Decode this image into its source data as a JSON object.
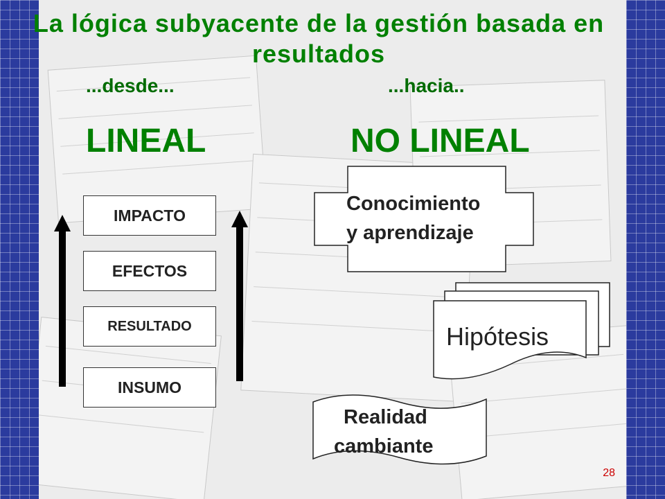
{
  "slide": {
    "title": "La lógica subyacente de la gestión basada en resultados",
    "from_label": "...desde...",
    "to_label": "...hacia..",
    "linear_label": "LINEAL",
    "nonlinear_label": "NO LINEAL",
    "page_number": "28"
  },
  "linear_chain": [
    "IMPACTO",
    "EFECTOS",
    "RESULTADO",
    "INSUMO"
  ],
  "nonlinear": {
    "knowledge_line1": "Conocimiento",
    "knowledge_line2": "y aprendizaje",
    "hypothesis": "Hipótesis",
    "reality_line1": "Realidad",
    "reality_line2": "cambiante"
  },
  "colors": {
    "title": "#008000",
    "edge": "#2b3b9e",
    "page_number": "#cc0000"
  }
}
